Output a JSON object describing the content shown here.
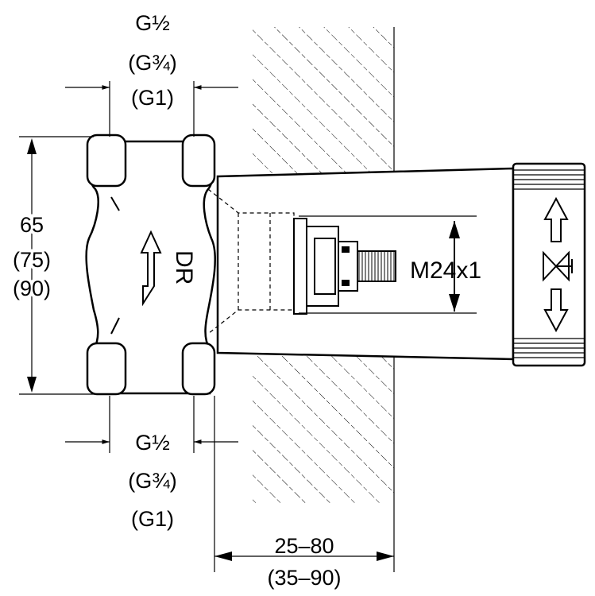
{
  "top_dimension": {
    "line1": "G½",
    "line2": "(G¾)",
    "line3": "(G1)"
  },
  "bottom_dimension": {
    "line1": "G½",
    "line2": "(G¾)",
    "line3": "(G1)"
  },
  "height_dimension": {
    "line1": "65",
    "line2": "(75)",
    "line3": "(90)"
  },
  "valve_marking": "DR",
  "thread_label": "M24x1",
  "depth_dimension": {
    "line1": "25–80",
    "line2": "(35–90)"
  }
}
